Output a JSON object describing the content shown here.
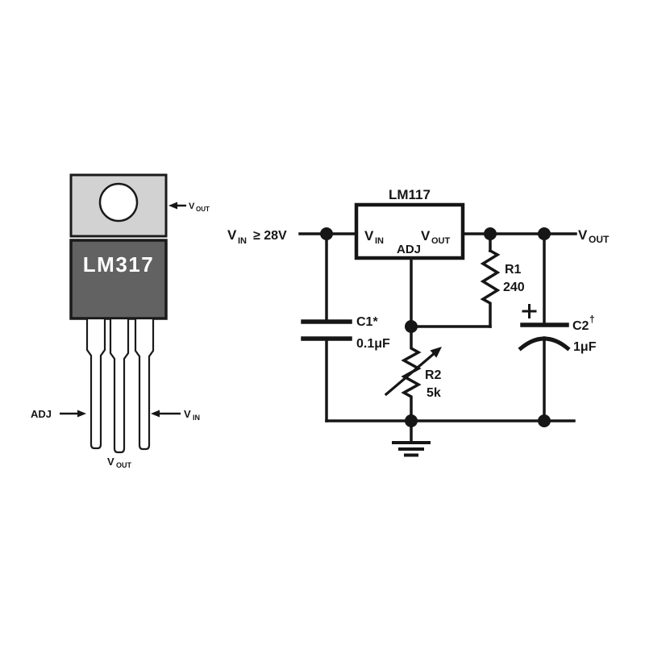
{
  "package": {
    "part_number": "LM317",
    "tab_pin_label": {
      "base": "V",
      "sub": "OUT"
    },
    "pin_adj_label": "ADJ",
    "pin_vin_label": {
      "base": "V",
      "sub": "IN"
    },
    "pin_vout_label": {
      "base": "V",
      "sub": "OUT"
    },
    "colors": {
      "tab": "#d2d2d2",
      "body": "#626262",
      "outline": "#1a1a1a",
      "part_text": "#ffffff"
    }
  },
  "schematic": {
    "chip": {
      "title": "LM117",
      "pin_vin": {
        "base": "V",
        "sub": "IN"
      },
      "pin_vout": {
        "base": "V",
        "sub": "OUT"
      },
      "pin_adj": "ADJ"
    },
    "input_label": {
      "base": "V",
      "sub": "IN",
      "condition": "≥ 28V"
    },
    "output_label": {
      "base": "V",
      "sub": "OUT"
    },
    "r1": {
      "name": "R1",
      "value": "240"
    },
    "r2": {
      "name": "R2",
      "value": "5k"
    },
    "c1": {
      "name": "C1*",
      "value": "0.1μF"
    },
    "c2": {
      "name": "C2",
      "marker": "†",
      "value": "1μF",
      "polarity": "+"
    },
    "line_color": "#161616"
  }
}
